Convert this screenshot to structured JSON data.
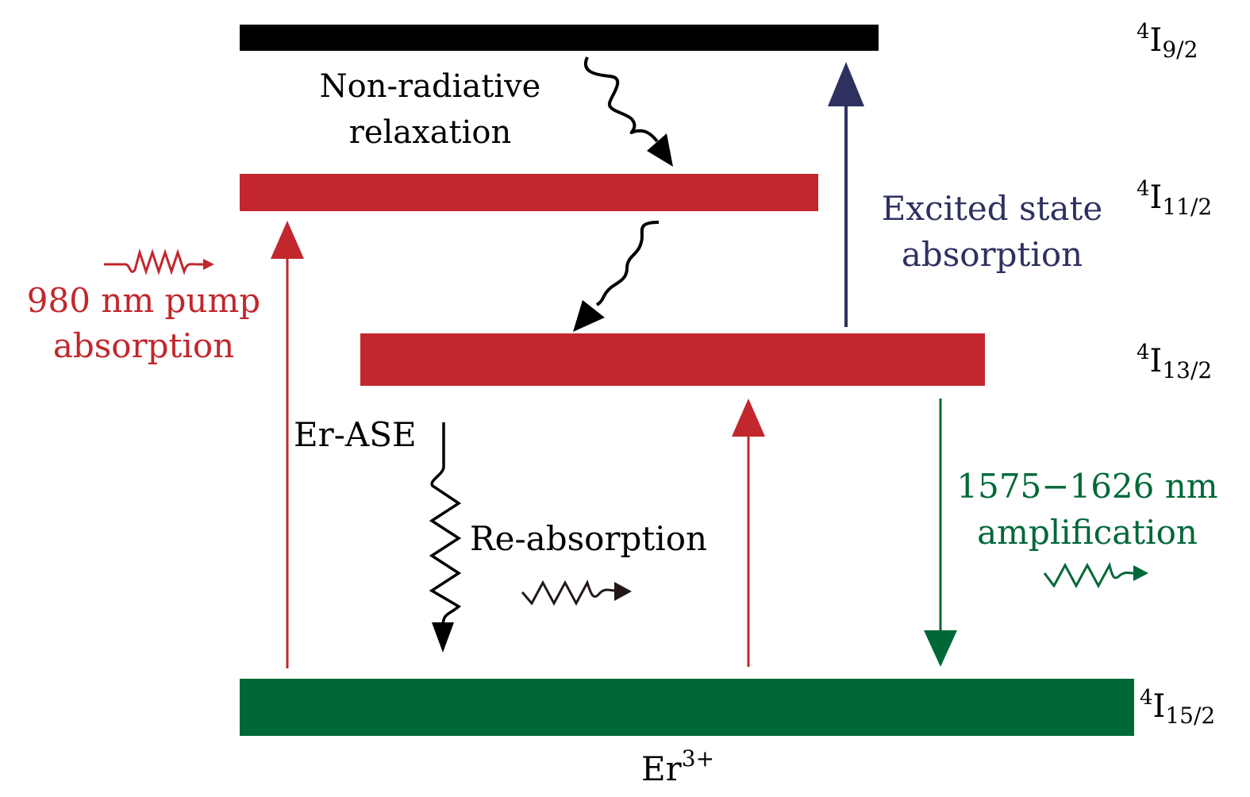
{
  "colors": {
    "black": "#000000",
    "red": "#c1272d",
    "green": "#006837",
    "navy": "#2e3160",
    "ase_black": "#231815"
  },
  "levels": [
    {
      "id": "4I9/2",
      "term": "I",
      "superscript": "4",
      "subscript": "9/2",
      "color": "#000000"
    },
    {
      "id": "4I11/2",
      "term": "I",
      "superscript": "4",
      "subscript": "11/2",
      "color": "#c1272d"
    },
    {
      "id": "4I13/2",
      "term": "I",
      "superscript": "4",
      "subscript": "13/2",
      "color": "#c1272d"
    },
    {
      "id": "4I15/2",
      "term": "I",
      "superscript": "4",
      "subscript": "15/2",
      "color": "#006837"
    }
  ],
  "labels": {
    "nonrad_line1": "Non-radiative",
    "nonrad_line2": "relaxation",
    "esa_line1": "Excited state",
    "esa_line2": "absorption",
    "pump_line1": "980 nm pump",
    "pump_line2": "absorption",
    "ase": "Er-ASE",
    "reabs": "Re-absorption",
    "amp_line1": "1575−1626 nm",
    "amp_line2": "amplification",
    "ion_base": "Er",
    "ion_charge": "3+"
  }
}
